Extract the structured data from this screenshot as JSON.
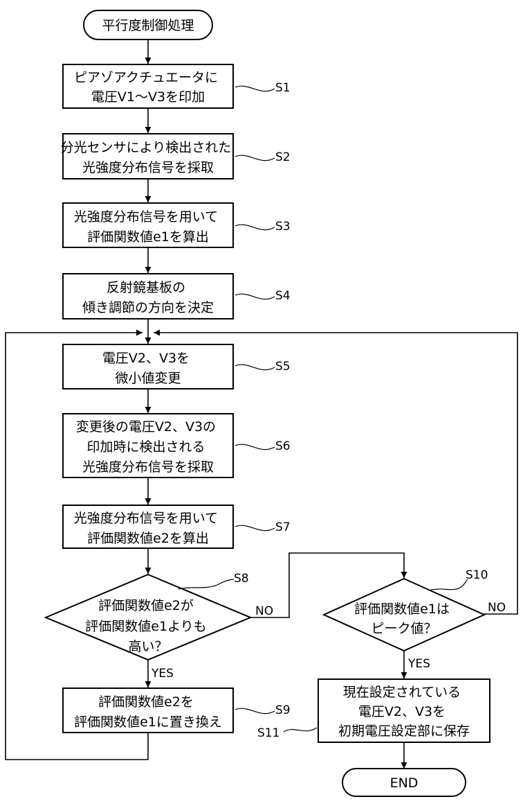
{
  "start": "平行度制御処理",
  "end": "END",
  "steps": {
    "s1": {
      "id": "S1",
      "lines": [
        "ピアゾアクチュエータに",
        "電圧V1～V3を印加"
      ]
    },
    "s2": {
      "id": "S2",
      "lines": [
        "分光センサにより検出された",
        "光強度分布信号を採取"
      ]
    },
    "s3": {
      "id": "S3",
      "lines": [
        "光強度分布信号を用いて",
        "評価関数値e1を算出"
      ]
    },
    "s4": {
      "id": "S4",
      "lines": [
        "反射鏡基板の",
        "傾き調節の方向を決定"
      ]
    },
    "s5": {
      "id": "S5",
      "lines": [
        "電圧V2、V3を",
        "微小値変更"
      ]
    },
    "s6": {
      "id": "S6",
      "lines": [
        "変更後の電圧V2、V3の",
        "印加時に検出される",
        "光強度分布信号を採取"
      ]
    },
    "s7": {
      "id": "S7",
      "lines": [
        "光強度分布信号を用いて",
        "評価関数値e2を算出"
      ]
    },
    "s8": {
      "id": "S8",
      "lines": [
        "評価関数値e2が",
        "評価関数値e1よりも",
        "高い？"
      ]
    },
    "s9": {
      "id": "S9",
      "lines": [
        "評価関数値e2を",
        "評価関数値e1に置き換え"
      ]
    },
    "s10": {
      "id": "S10",
      "lines": [
        "評価関数値e1は",
        "ピーク値？"
      ]
    },
    "s11": {
      "id": "S11",
      "lines": [
        "現在設定されている",
        "電圧V2、V3を",
        "初期電圧設定部に保存"
      ]
    }
  },
  "branch": {
    "yes": "YES",
    "no": "NO"
  }
}
